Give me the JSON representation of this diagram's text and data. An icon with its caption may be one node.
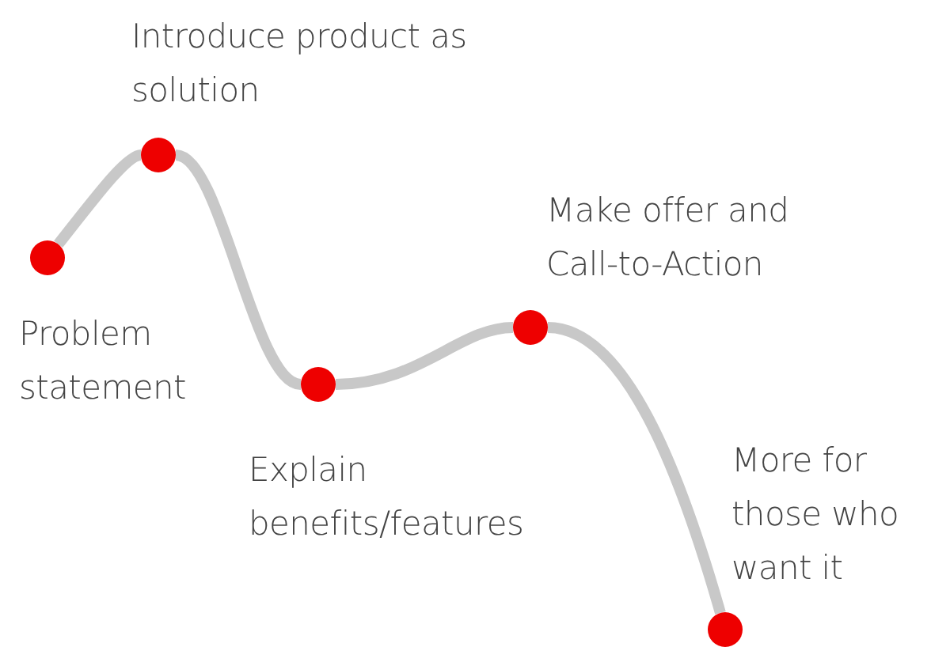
{
  "diagram": {
    "nodes": [
      {
        "text": [],
        "shape": "circle",
        "beside": [
          "Problem statement"
        ]
      },
      {
        "text": [],
        "shape": "circle",
        "beside": [
          "Introduce product as solution"
        ]
      },
      {
        "text": [],
        "shape": "circle",
        "beside": [
          "Explain benefits/features"
        ]
      },
      {
        "text": [],
        "shape": "circle",
        "beside": [
          "Make offer and Call-to-Action"
        ]
      },
      {
        "text": [],
        "shape": "circle",
        "beside": [
          "More for those who want it"
        ]
      }
    ],
    "edges": [
      {
        "from": 0,
        "to": 1,
        "arrow": "none"
      },
      {
        "from": 1,
        "to": 2,
        "arrow": "none"
      },
      {
        "from": 2,
        "to": 3,
        "arrow": "none"
      },
      {
        "from": 3,
        "to": 4,
        "arrow": "none"
      }
    ]
  }
}
